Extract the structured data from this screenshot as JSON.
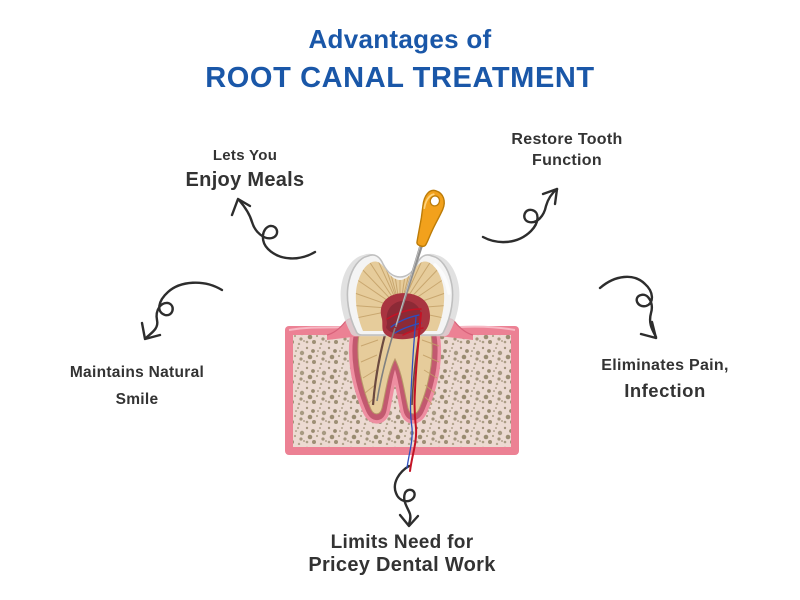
{
  "title": {
    "line1": "Advantages of",
    "line2": "ROOT CANAL TREATMENT",
    "color": "#1a57a8"
  },
  "benefits": [
    {
      "position": "top-left",
      "line1": "Lets You",
      "line2": "Enjoy Meals"
    },
    {
      "position": "top-right",
      "line1": "Restore Tooth",
      "line2": "Function"
    },
    {
      "position": "mid-left",
      "line1": "Maintains Natural",
      "line2": "Smile"
    },
    {
      "position": "mid-right",
      "line1": "Eliminates Pain,",
      "line2": "Infection"
    },
    {
      "position": "bottom",
      "line1": "Limits Need for",
      "line2": "Pricey Dental Work"
    }
  ],
  "style": {
    "background": "#ffffff",
    "text_color": "#333333",
    "arrow_color": "#2d2d2d"
  },
  "illustration": {
    "name": "root-canal-treatment-cross-section",
    "colors": {
      "gum_pink": "#ec8194",
      "gum_dark": "#c2596f",
      "bone_fill": "#ecdad2",
      "bone_speckle": "#a0927a",
      "enamel": "#f4f4f4",
      "enamel_shadow": "#d9d9d9",
      "dentin": "#e6cc9b",
      "dentin_lines": "#c3a068",
      "pulp": "#a93440",
      "pulp_dark": "#8c2a36",
      "vessel_red": "#c41325",
      "vessel_blue": "#2d4fc0",
      "file_handle": "#f2a11c",
      "file_needle": "#909090"
    }
  }
}
